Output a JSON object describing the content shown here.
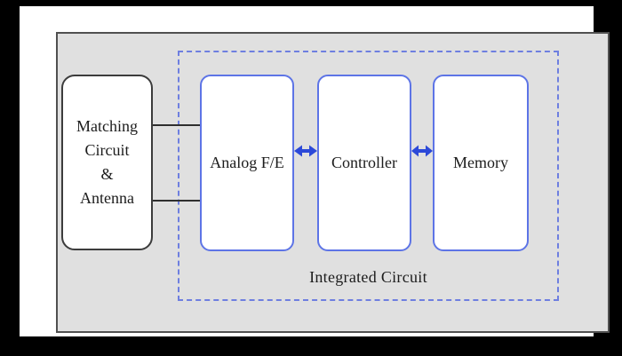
{
  "diagram": {
    "type": "block-diagram",
    "nodes": {
      "matching_circuit_antenna": {
        "label_lines": [
          "Matching",
          "Circuit",
          "&",
          "Antenna"
        ],
        "border_style": "solid-black-rounded"
      },
      "analog_fe": {
        "label": "Analog F/E",
        "border_style": "solid-blue-rounded"
      },
      "controller": {
        "label": "Controller",
        "border_style": "solid-blue-rounded"
      },
      "memory": {
        "label": "Memory",
        "border_style": "solid-blue-rounded"
      }
    },
    "containers": {
      "integrated_circuit": {
        "label": "Integrated Circuit",
        "border_style": "dashed-blue"
      }
    },
    "connections": [
      {
        "from": "matching_circuit_antenna",
        "to": "analog_fe",
        "style": "plain-line",
        "count": 2
      },
      {
        "from": "analog_fe",
        "to": "controller",
        "style": "double-headed-arrow"
      },
      {
        "from": "controller",
        "to": "memory",
        "style": "double-headed-arrow"
      }
    ],
    "colors": {
      "frame_bg": "#000000",
      "page_bg": "#ffffff",
      "panel_bg": "#e0e0e0",
      "panel_border": "#505050",
      "black_node_border": "#3c3c3c",
      "blue_node_border": "#5d74e6",
      "dashed_border": "#6e7fe0",
      "arrow": "#2c49d8",
      "text": "#1c1c1c"
    }
  }
}
